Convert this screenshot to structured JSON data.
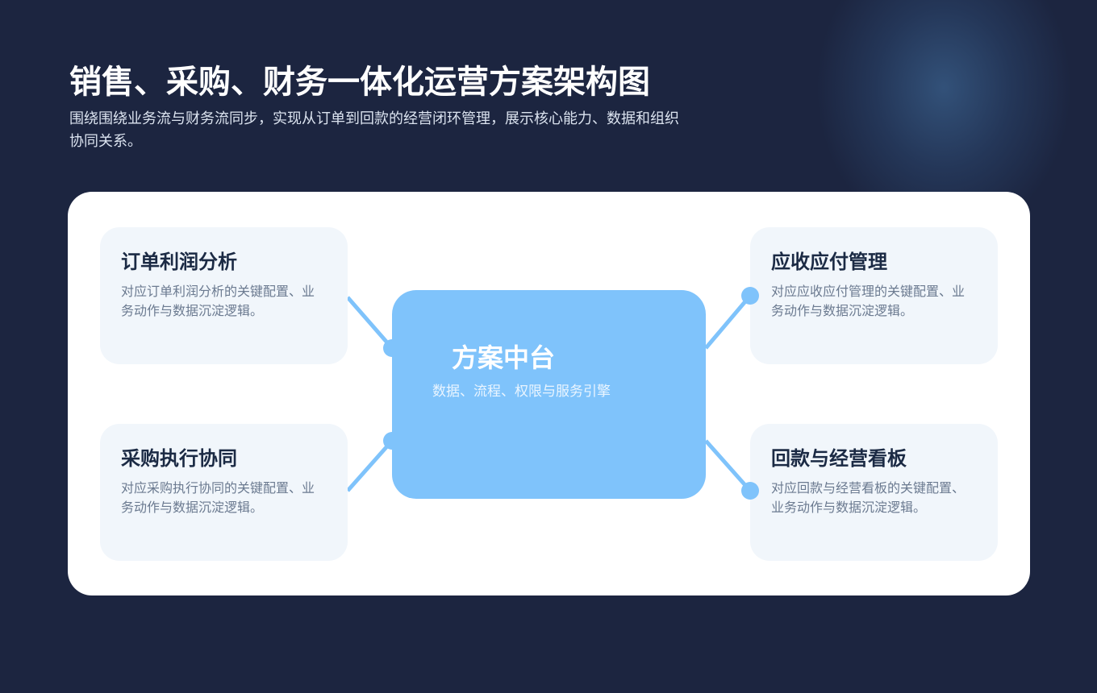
{
  "header": {
    "title": "销售、采购、财务一体化运营方案架构图",
    "subtitle": "围绕围绕业务流与财务流同步，实现从订单到回款的经营闭环管理，展示核心能力、数据和组织协同关系。"
  },
  "hub": {
    "title": "方案中台",
    "subtitle": "数据、流程、权限与服务引擎"
  },
  "modules": [
    {
      "position": "top-left",
      "title": "订单利润分析",
      "description": "对应订单利润分析的关键配置、业务动作与数据沉淀逻辑。"
    },
    {
      "position": "bottom-left",
      "title": "采购执行协同",
      "description": "对应采购执行协同的关键配置、业务动作与数据沉淀逻辑。"
    },
    {
      "position": "top-right",
      "title": "应收应付管理",
      "description": "对应应收应付管理的关键配置、业务动作与数据沉淀逻辑。"
    },
    {
      "position": "bottom-right",
      "title": "回款与经营看板",
      "description": "对应回款与经营看板的关键配置、业务动作与数据沉淀逻辑。"
    }
  ],
  "colors": {
    "background": "#1c2540",
    "panel": "#ffffff",
    "card": "#f1f6fb",
    "hub": "#7fc3fb",
    "connector": "#7fc3fb",
    "card_title": "#1b2a44",
    "card_text": "#6b7a90"
  }
}
